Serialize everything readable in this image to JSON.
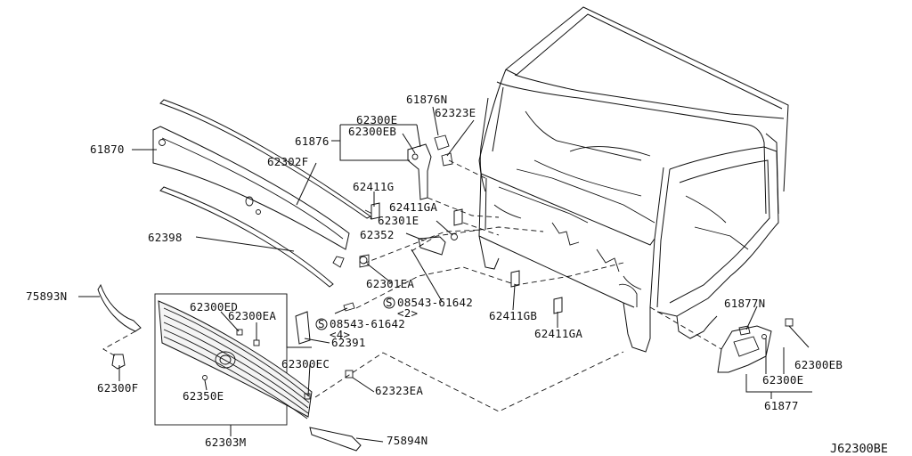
{
  "diagram": {
    "ref_code": "J62300BE",
    "labels": [
      {
        "id": "61870",
        "text": "61870"
      },
      {
        "id": "62302F",
        "text": "62302F"
      },
      {
        "id": "62398",
        "text": "62398"
      },
      {
        "id": "75893N",
        "text": "75893N"
      },
      {
        "id": "62300F",
        "text": "62300F"
      },
      {
        "id": "62300ED",
        "text": "62300ED"
      },
      {
        "id": "62300EA",
        "text": "62300EA"
      },
      {
        "id": "62350E",
        "text": "62350E"
      },
      {
        "id": "62303M",
        "text": "62303M"
      },
      {
        "id": "75894N",
        "text": "75894N"
      },
      {
        "id": "62300EC",
        "text": "62300EC"
      },
      {
        "id": "62323EA",
        "text": "62323EA"
      },
      {
        "id": "62391",
        "text": "62391"
      },
      {
        "id": "08543-61642-4",
        "text": "08543-61642"
      },
      {
        "id": "qty-4",
        "text": "<4>"
      },
      {
        "id": "62301EA",
        "text": "62301EA"
      },
      {
        "id": "08543-61642-2",
        "text": "08543-61642"
      },
      {
        "id": "qty-2",
        "text": "<2>"
      },
      {
        "id": "62352",
        "text": "62352"
      },
      {
        "id": "62301E",
        "text": "62301E"
      },
      {
        "id": "62411G",
        "text": "62411G"
      },
      {
        "id": "62411GA-top",
        "text": "62411GA"
      },
      {
        "id": "61876",
        "text": "61876"
      },
      {
        "id": "62300E-top",
        "text": "62300E"
      },
      {
        "id": "62300EB-top",
        "text": "62300EB"
      },
      {
        "id": "61876N",
        "text": "61876N"
      },
      {
        "id": "62323E",
        "text": "62323E"
      },
      {
        "id": "62411GB",
        "text": "62411GB"
      },
      {
        "id": "62411GA-bottom",
        "text": "62411GA"
      },
      {
        "id": "61877N",
        "text": "61877N"
      },
      {
        "id": "62300EB-right",
        "text": "62300EB"
      },
      {
        "id": "62300E-right",
        "text": "62300E"
      },
      {
        "id": "61877",
        "text": "61877"
      }
    ],
    "symbol_s": "S"
  }
}
